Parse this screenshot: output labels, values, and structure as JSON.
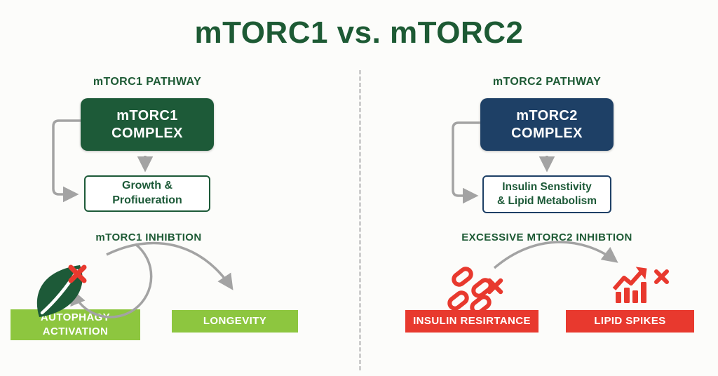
{
  "title": "mTORC1 vs. mTORC2",
  "colors": {
    "title_green": "#1d5a34",
    "complex_green": "#1d5a38",
    "complex_navy": "#1e4066",
    "result_lime": "#8dc63f",
    "result_red": "#e8392e",
    "arrow_gray": "#a3a3a3",
    "divider_gray": "#cdcdcd",
    "background": "#fcfcfa"
  },
  "left": {
    "header": "mTORC1 PATHWAY",
    "complex_label": "mTORC1\nCOMPLEX",
    "outcome_label": "Growth &\nProfiueration",
    "inhibition_label": "mTORC1 INHIBTION",
    "icon": "leaf-icon",
    "icon_marks": [
      "x-mark-icon"
    ],
    "results": [
      {
        "label": "AUTOPHAGY\nACTIVATION"
      },
      {
        "label": "LONGEVITY"
      }
    ]
  },
  "right": {
    "header": "mTORC2 PATHWAY",
    "complex_label": "mTORC2\nCOMPLEX",
    "outcome_label": "Insulin Senstivity\n& Lipid Metabolism",
    "inhibition_label": "EXCESSIVE MTORC2 INHIBTION",
    "icons": [
      "broken-chain-icon",
      "rising-chart-icon"
    ],
    "icon_marks": [
      "x-mark-icon",
      "x-mark-icon"
    ],
    "results": [
      {
        "label": "INSULIN RESIRTANCE"
      },
      {
        "label": "LIPID SPIKES"
      }
    ]
  }
}
